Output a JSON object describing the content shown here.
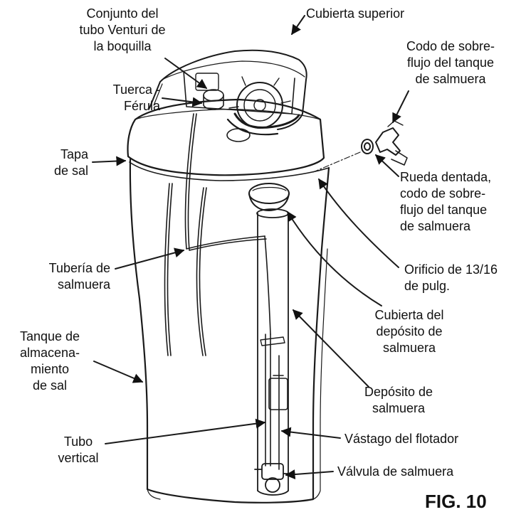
{
  "figure_label": "FIG. 10",
  "labels": {
    "conjunto": [
      "Conjunto del",
      "tubo Venturi de",
      "la boquilla"
    ],
    "cubierta_superior": [
      "Cubierta superior"
    ],
    "codo": [
      "Codo de sobre-",
      "flujo del tanque",
      "de salmuera"
    ],
    "tuerca": [
      "Tuerca -",
      "Férula"
    ],
    "tapa": [
      "Tapa",
      "de sal"
    ],
    "rueda": [
      "Rueda dentada,",
      "codo de sobre-",
      "flujo del tanque",
      "de salmuera"
    ],
    "orificio": [
      "Orificio de 13/16",
      "de pulg."
    ],
    "tuberia": [
      "Tubería de",
      "salmuera"
    ],
    "cubierta_deposito": [
      "Cubierta del",
      "depósito de",
      "salmuera"
    ],
    "tanque": [
      "Tanque de",
      "almacena-",
      "miento",
      "de sal"
    ],
    "deposito": [
      "Depósito de",
      "salmuera"
    ],
    "vastago": [
      "Vástago del flotador"
    ],
    "tubo_vertical": [
      "Tubo",
      "vertical"
    ],
    "valvula": [
      "Válvula de salmuera"
    ]
  }
}
